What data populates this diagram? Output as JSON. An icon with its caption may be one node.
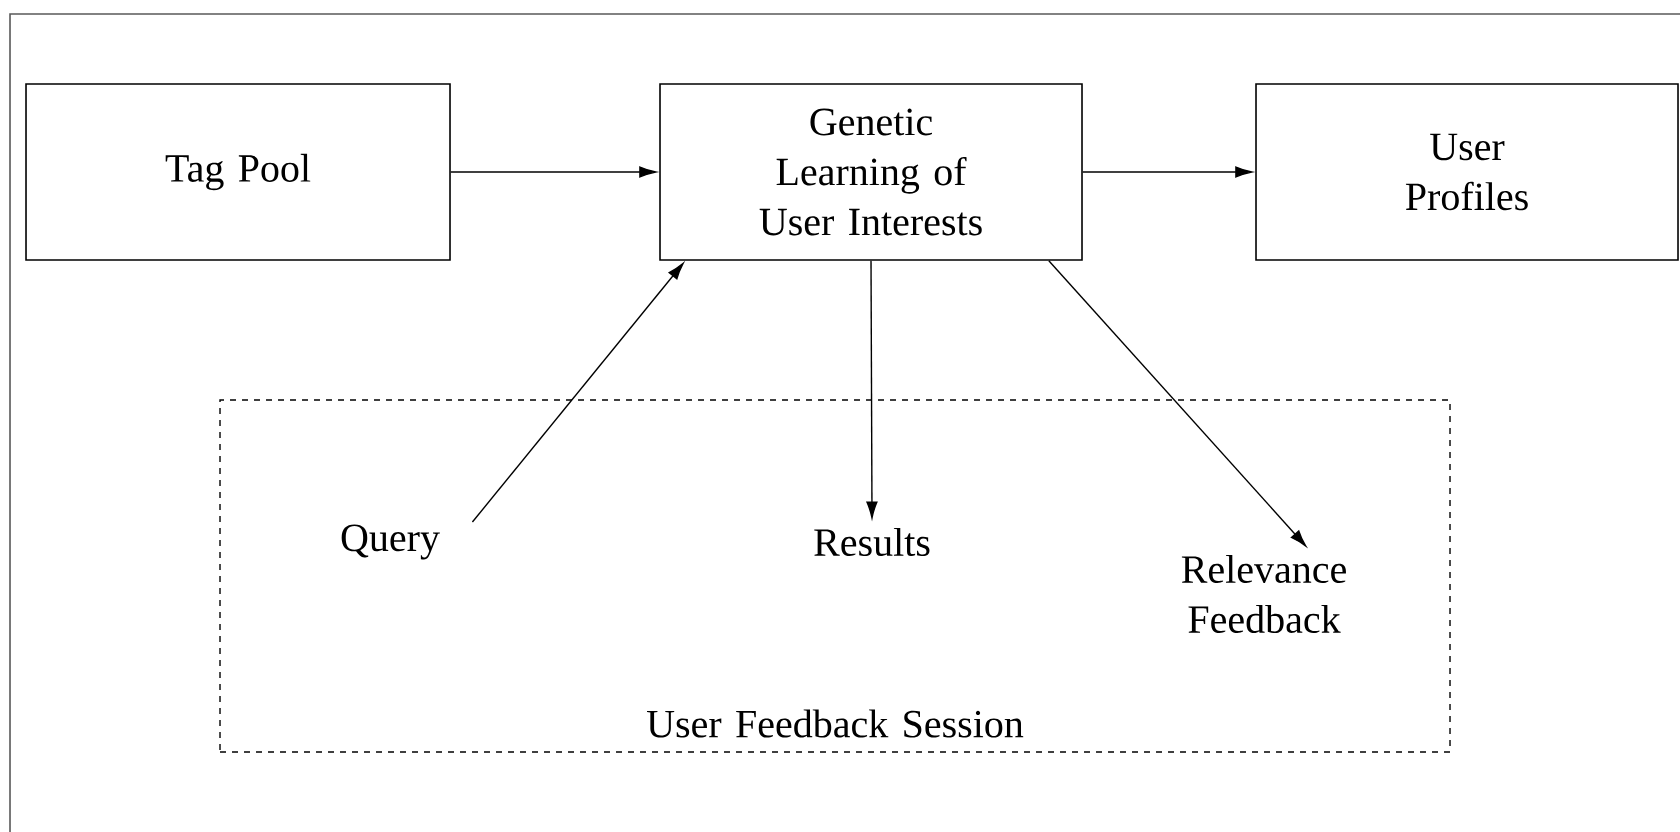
{
  "diagram": {
    "nodes": [
      {
        "text": [
          "Tag Pool"
        ]
      },
      {
        "text": [
          "Genetic Learning of User Interests"
        ]
      },
      {
        "text": [
          "User Profiles"
        ]
      },
      {
        "text": [
          "User Feedback Session"
        ]
      },
      {
        "text": [
          "Query"
        ],
        "in": 3
      },
      {
        "text": [
          "Results"
        ],
        "in": 3
      },
      {
        "text": [
          "Relevance Feedback"
        ],
        "in": 3
      }
    ],
    "edges": [
      {
        "from": 0,
        "to": 1,
        "arrow": "to"
      },
      {
        "from": 1,
        "to": 2,
        "arrow": "to"
      },
      {
        "from": 4,
        "to": 1,
        "arrow": "to"
      },
      {
        "from": 1,
        "to": 5,
        "arrow": "to"
      },
      {
        "from": 1,
        "to": 6,
        "arrow": "to"
      }
    ]
  }
}
